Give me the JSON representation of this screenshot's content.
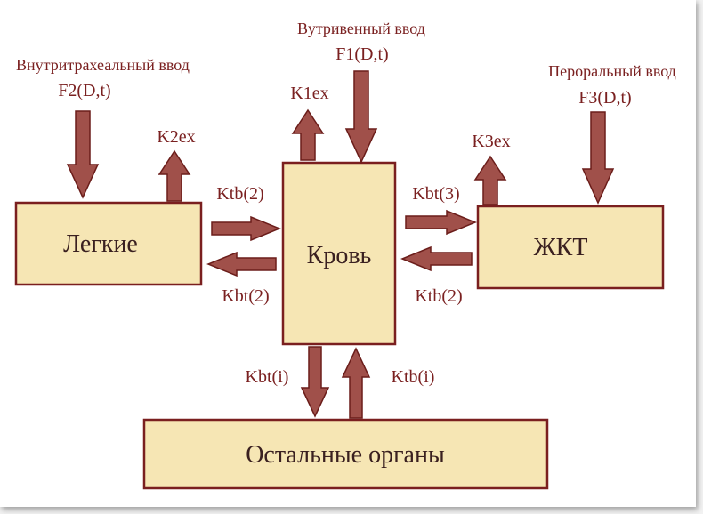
{
  "nodes": {
    "lungs": "Легкие",
    "blood": "Кровь",
    "gi": "ЖКТ",
    "other": "Остальные органы"
  },
  "inputs": {
    "intratracheal": {
      "title": "Внутритрахеальный ввод",
      "func": "F2(D,t)"
    },
    "intravenous": {
      "title": "Вутривенный ввод",
      "func": "F1(D,t)"
    },
    "oral": {
      "title": "Пероральный ввод",
      "func": "F3(D,t)"
    }
  },
  "excretion": {
    "k1": "K1ex",
    "k2": "K2ex",
    "k3": "K3ex"
  },
  "transfers": {
    "lung_to_blood": "Ktb(2)",
    "blood_to_lung": "Kbt(2)",
    "blood_to_gi": "Kbt(3)",
    "gi_to_blood": "Ktb(2)",
    "blood_to_other": "Kbt(i)",
    "other_to_blood": "Ktb(i)"
  },
  "colors": {
    "box_fill": "#f6e6b4",
    "box_stroke": "#7a1f1f",
    "arrow_fill": "#a0504a",
    "text": "#7a2020"
  }
}
